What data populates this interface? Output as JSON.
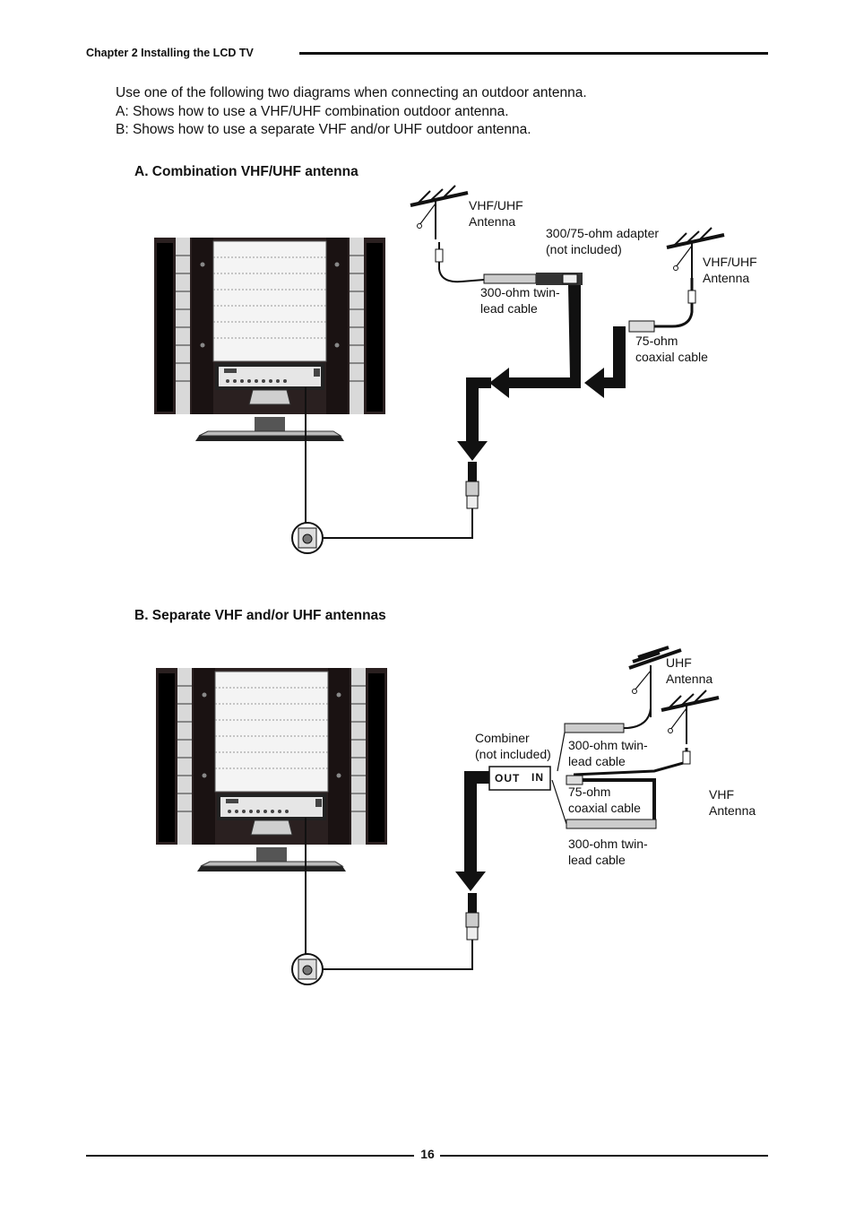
{
  "header": {
    "chapter": "Chapter 2 Installing the LCD TV"
  },
  "intro": {
    "line1": "Use one of the following two diagrams when connecting an outdoor antenna.",
    "line2": "A: Shows how to use a VHF/UHF combination outdoor antenna.",
    "line3": "B: Shows how to use a separate VHF and/or UHF outdoor antenna."
  },
  "section_a": {
    "title": "A. Combination VHF/UHF antenna",
    "labels": {
      "vhf_uhf_antenna_1": "VHF/UHF\nAntenna",
      "adapter": "300/75-ohm adapter\n(not included)",
      "vhf_uhf_antenna_2": "VHF/UHF\nAntenna",
      "twin_lead": "300-ohm twin-\nlead cable",
      "coaxial": "75-ohm\ncoaxial cable"
    }
  },
  "section_b": {
    "title": "B. Separate VHF and/or UHF antennas",
    "labels": {
      "uhf_antenna": "UHF\nAntenna",
      "combiner": "Combiner\n(not included)",
      "twin_lead_1": "300-ohm twin-\nlead cable",
      "coaxial": "75-ohm\ncoaxial cable",
      "vhf_antenna": "VHF\nAntenna",
      "twin_lead_2": "300-ohm twin-\nlead cable",
      "combiner_out": "OUT",
      "combiner_in": "IN"
    }
  },
  "footer": {
    "page_number": "16"
  }
}
